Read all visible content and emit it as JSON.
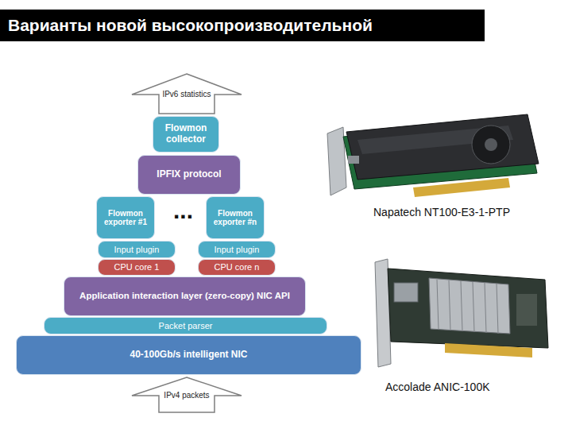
{
  "diagram": {
    "title": "Варианты новой высокопроизводительной",
    "nodes": [
      {
        "text": [
          "IPv6 statistics"
        ]
      },
      {
        "text": [
          "Flowmon collector"
        ]
      },
      {
        "text": [
          "IPFIX protocol"
        ]
      },
      {
        "text": [
          "Flowmon exporter #1"
        ]
      },
      {
        "text": [
          "Flowmon exporter #n"
        ]
      },
      {
        "text": [
          "Input plugin"
        ]
      },
      {
        "text": [
          "Input plugin"
        ]
      },
      {
        "text": [
          "CPU core 1"
        ]
      },
      {
        "text": [
          "CPU core n"
        ]
      },
      {
        "text": [
          "Application interaction layer (zero-copy) NIC API"
        ]
      },
      {
        "text": [
          "Packet parser"
        ]
      },
      {
        "text": [
          "40-100Gb/s intelligent NIC"
        ]
      },
      {
        "text": [
          "IPv4 packets"
        ]
      }
    ],
    "labels": [
      "...",
      "Napatech NT100-E3-1-PTP",
      "Accolade ANIC-100K"
    ]
  }
}
